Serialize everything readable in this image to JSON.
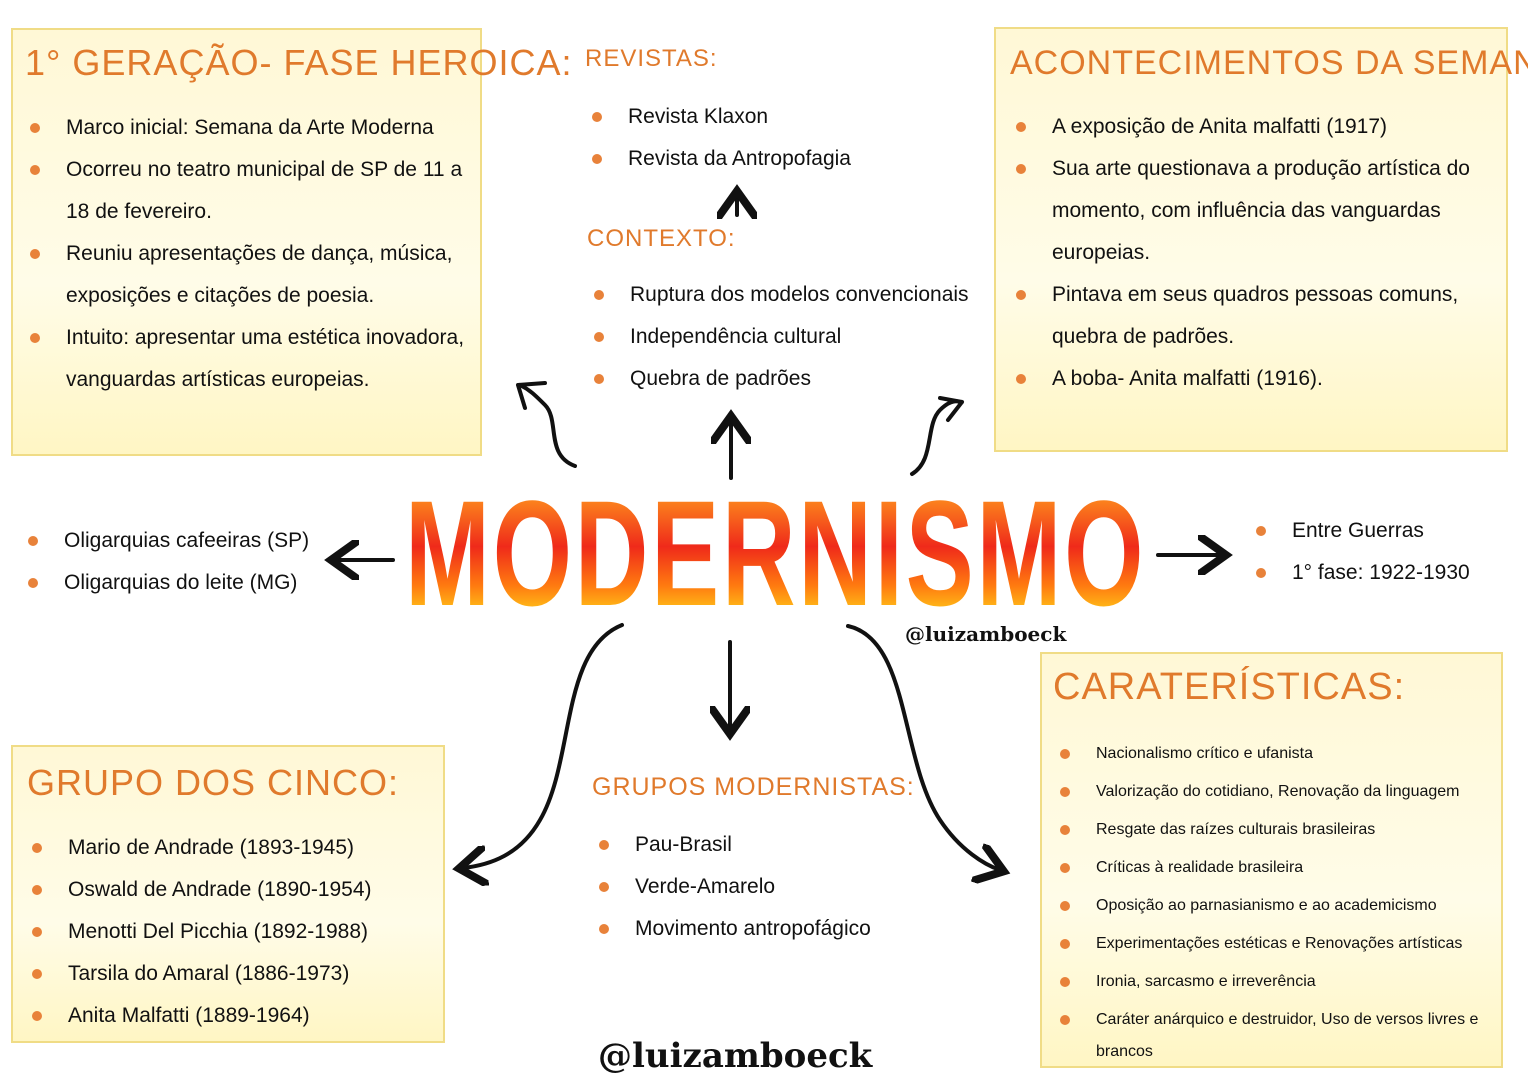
{
  "center_title": "MODERNISMO",
  "watermark": "@luizamboeck",
  "footer": "@luizamboeck",
  "colors": {
    "accent": "#e07a2c",
    "bullet": "#e8823a",
    "box_border": "#f0dc86"
  },
  "primeira_geracao": {
    "title": "1° GERAÇÃO- FASE HEROICA:",
    "items": [
      "Marco inicial: Semana da Arte Moderna",
      "Ocorreu no teatro municipal de SP de 11 a 18 de fevereiro.",
      "Reuniu apresentações de dança, música, exposições e citações de poesia.",
      "Intuito: apresentar uma estética inovadora, vanguardas artísticas europeias."
    ]
  },
  "revistas": {
    "title": "REVISTAS:",
    "items": [
      "Revista Klaxon",
      "Revista da Antropofagia"
    ]
  },
  "contexto": {
    "title": "CONTEXTO:",
    "items": [
      "Ruptura dos modelos convencionais",
      "Independência cultural",
      "Quebra de padrões"
    ]
  },
  "acontecimentos": {
    "title": "ACONTECIMENTOS DA SEMANA:",
    "items": [
      "A exposição de Anita malfatti (1917)",
      "Sua arte questionava a produção artística do momento, com influência das vanguardas europeias.",
      "Pintava em seus quadros pessoas comuns, quebra de padrões.",
      "A boba- Anita malfatti (1916)."
    ]
  },
  "oligarquias": {
    "items": [
      "Oligarquias cafeeiras (SP)",
      "Oligarquias do leite (MG)"
    ]
  },
  "periodo": {
    "items": [
      "Entre Guerras",
      "1° fase: 1922-1930"
    ]
  },
  "grupo_dos_cinco": {
    "title": "GRUPO DOS CINCO:",
    "items": [
      "Mario de Andrade (1893-1945)",
      "Oswald de Andrade (1890-1954)",
      "Menotti Del Picchia (1892-1988)",
      "Tarsila do Amaral (1886-1973)",
      "Anita Malfatti (1889-1964)"
    ]
  },
  "grupos_modernistas": {
    "title": "GRUPOS MODERNISTAS:",
    "items": [
      "Pau-Brasil",
      "Verde-Amarelo",
      "Movimento antropofágico"
    ]
  },
  "caracteristicas": {
    "title": "CARATERÍSTICAS:",
    "items": [
      "Nacionalismo crítico e ufanista",
      "Valorização do cotidiano, Renovação da linguagem",
      "Resgate das raízes culturais brasileiras",
      "Críticas à realidade brasileira",
      "Oposição ao parnasianismo e ao academicismo",
      "Experimentações estéticas e Renovações artísticas",
      "Ironia, sarcasmo e irreverência",
      "Caráter anárquico e destruidor, Uso de versos livres e brancos"
    ]
  }
}
